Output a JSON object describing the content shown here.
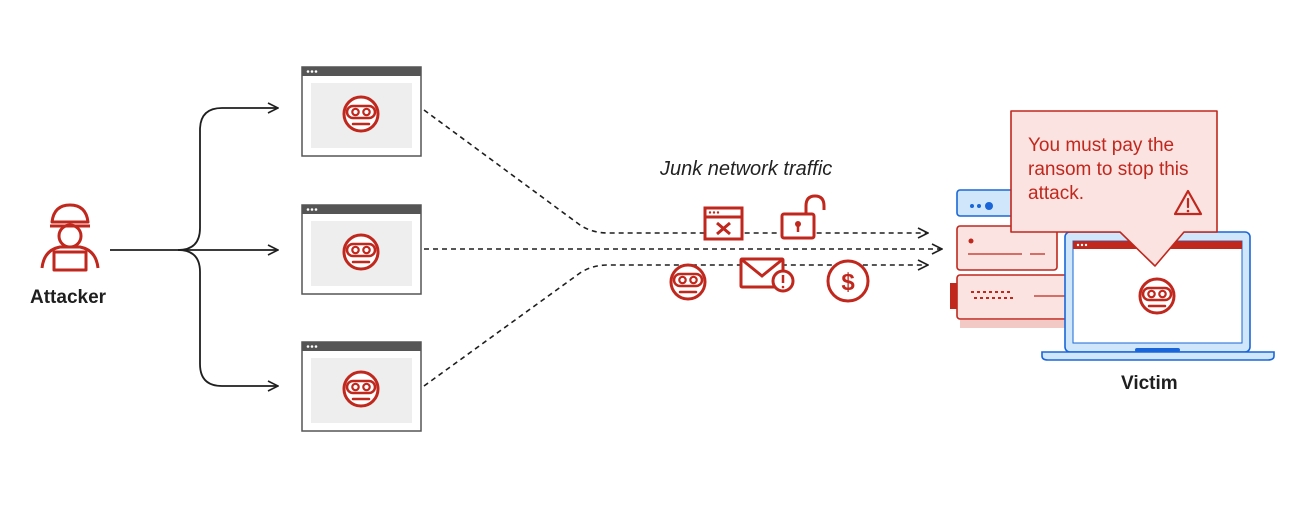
{
  "labels": {
    "attacker": "Attacker",
    "victim": "Victim",
    "traffic": "Junk network traffic",
    "ransom_message": "You must pay the ransom to stop this attack."
  },
  "colors": {
    "accent_red": "#c0271d",
    "light_red_fill": "#fbe3e1",
    "light_blue": "#cfe6fb",
    "blue": "#1a66d9",
    "window_gray": "#eeeeee",
    "titlebar_dark": "#555555",
    "line": "#1f1f1f"
  },
  "icons": {
    "attacker": "hooded-attacker-icon",
    "bot": "masked-bandit-icon",
    "traffic": [
      "browser-x-icon",
      "unlocked-padlock-icon",
      "masked-bandit-icon",
      "envelope-alert-icon",
      "dollar-coin-icon"
    ],
    "warning": "warning-triangle-icon"
  }
}
